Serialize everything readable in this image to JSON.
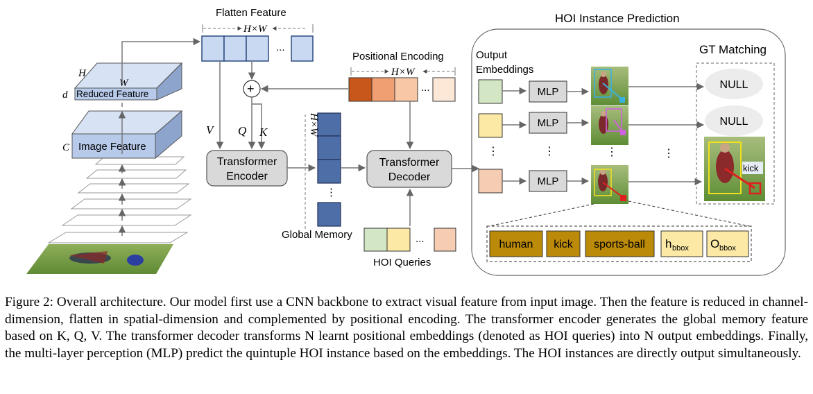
{
  "labels": {
    "flatten_feature": "Flatten Feature",
    "hxw": "H×W",
    "positional_encoding": "Positional Encoding",
    "hoi_instance_prediction": "HOI Instance Prediction",
    "gt_matching": "GT Matching",
    "output_embeddings_1": "Output",
    "output_embeddings_2": "Embeddings",
    "reduced_feature": "Reduced Feature",
    "image_feature": "Image Feature",
    "dim_h": "H",
    "dim_w": "W",
    "dim_d": "d",
    "dim_c": "C",
    "v": "V",
    "q": "Q",
    "k": "K",
    "plus": "+",
    "transformer_encoder_1": "Transformer",
    "transformer_encoder_2": "Encoder",
    "transformer_decoder_1": "Transformer",
    "transformer_decoder_2": "Decoder",
    "global_memory": "Global Memory",
    "hoi_queries": "HOI Queries",
    "mlp": "MLP",
    "null": "NULL",
    "kick_tag": "kick",
    "ellipsis": "...",
    "vdots": "⋮"
  },
  "tuple": {
    "human": "human",
    "kick": "kick",
    "sports_ball": "sports-ball",
    "h_main": "h",
    "h_sub": "bbox",
    "o_main": "O",
    "o_sub": "bbox"
  },
  "caption": "Figure 2: Overall architecture. Our model first use a CNN backbone to extract visual feature from input image. Then the feature is reduced in channel-dimension, flatten in spatial-dimension and complemented by positional encoding. The transformer encoder generates the global memory feature based on K, Q, V. The transformer decoder transforms N learnt positional embeddings (denoted as HOI queries) into N output embeddings. Finally, the multi-layer perception (MLP) predict the quintuple HOI instance based on the embeddings. The HOI instances are directly output simultaneously.",
  "colors": {
    "flatten_cell": "#c9d9f2",
    "reduced_top": "#d7e2f5",
    "reduced_front": "#b7caea",
    "pos_dark": "#c8571b",
    "pos_mid": "#ef9f72",
    "pos_light": "#f7c7a6",
    "pos_pale": "#fde8d8",
    "memory": "#4e6ea8",
    "query_green": "#d4e7c4",
    "query_yellow": "#fce9a5",
    "query_peach": "#f6cdb2",
    "tuple_fill": "#bb8a08",
    "box_grey": "#d9d9d9",
    "null_fill": "#ececec"
  }
}
